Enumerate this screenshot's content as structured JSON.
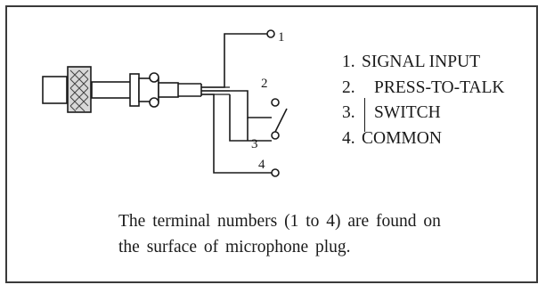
{
  "terminals": [
    "1",
    "2",
    "3",
    "4"
  ],
  "legend": [
    {
      "num": "1.",
      "text": "SIGNAL INPUT"
    },
    {
      "num": "2.",
      "text": "PRESS-TO-TALK"
    },
    {
      "num": "3.",
      "text": "SWITCH"
    },
    {
      "num": "4.",
      "text": "COMMON"
    }
  ],
  "note": {
    "line1": "The terminal numbers (1 to 4) are found on",
    "line2": "the surface of microphone plug."
  }
}
